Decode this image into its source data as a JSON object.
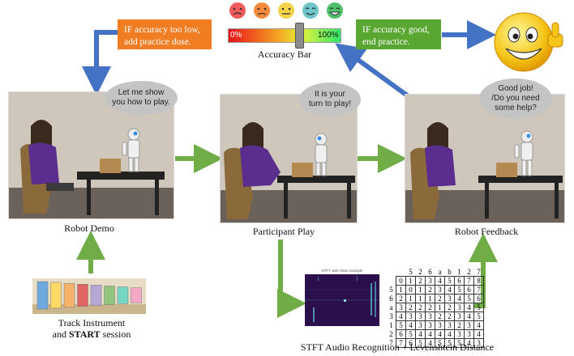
{
  "callouts": {
    "low": "IF accuracy too low,\nadd practice dose.",
    "good": "IF accuracy good,\nend practice.",
    "low_color": "#f07d22",
    "good_color": "#5aa633"
  },
  "accuracy_bar": {
    "min_label": "0%",
    "max_label": "100%",
    "caption": "Accuracy Bar",
    "emoji_colors": [
      "#f15b5b",
      "#f58a3c",
      "#f3d34a",
      "#6ec6c9",
      "#4fbf6a"
    ]
  },
  "panels": {
    "demo": {
      "bubble": [
        "Let me show",
        "you how to play."
      ],
      "caption": "Robot Demo"
    },
    "play": {
      "bubble": [
        "It is your",
        "turn to play!"
      ],
      "caption": "Participant Play"
    },
    "feedback": {
      "bubble": [
        "Good job!",
        "/Do you need",
        "some help?"
      ],
      "caption": "Robot Feedback"
    }
  },
  "instrument": {
    "caption_line1": "Track Instrument",
    "caption_and": "and ",
    "caption_start": "START",
    "caption_rest": " session",
    "bar_colors": [
      "#6fa8dc",
      "#ffd966",
      "#f6b26b",
      "#e06666",
      "#b4a7d6",
      "#93c47d",
      "#76d7c4",
      "#f4a7c6"
    ]
  },
  "stft": {
    "title": "STFT with clean example"
  },
  "levenshtein": {
    "col_header": [
      "",
      "",
      "5",
      "2",
      "6",
      "a",
      "b",
      "1",
      "2",
      "7"
    ],
    "rows": [
      [
        "",
        "0",
        "1",
        "2",
        "3",
        "4",
        "5",
        "6",
        "7",
        "8"
      ],
      [
        "5",
        "1",
        "0",
        "1",
        "2",
        "3",
        "4",
        "5",
        "6",
        "7"
      ],
      [
        "6",
        "2",
        "1",
        "1",
        "1",
        "2",
        "3",
        "4",
        "5",
        "6"
      ],
      [
        "a",
        "3",
        "2",
        "2",
        "2",
        "1",
        "2",
        "3",
        "4",
        "5"
      ],
      [
        "3",
        "4",
        "3",
        "3",
        "3",
        "2",
        "2",
        "3",
        "4",
        "5"
      ],
      [
        "1",
        "5",
        "4",
        "3",
        "3",
        "3",
        "3",
        "2",
        "3",
        "4"
      ],
      [
        "2",
        "6",
        "5",
        "4",
        "4",
        "4",
        "4",
        "3",
        "3",
        "4"
      ],
      [
        "7",
        "7",
        "6",
        "5",
        "4",
        "5",
        "5",
        "5",
        "4",
        "3"
      ]
    ]
  },
  "bottom_caption": "STFT Audio Recognition + Levenshtein Distance",
  "colors": {
    "blue_arrow": "#4472c4",
    "green_arrow": "#70ad47",
    "stft_bg": "#2a0f4a"
  }
}
